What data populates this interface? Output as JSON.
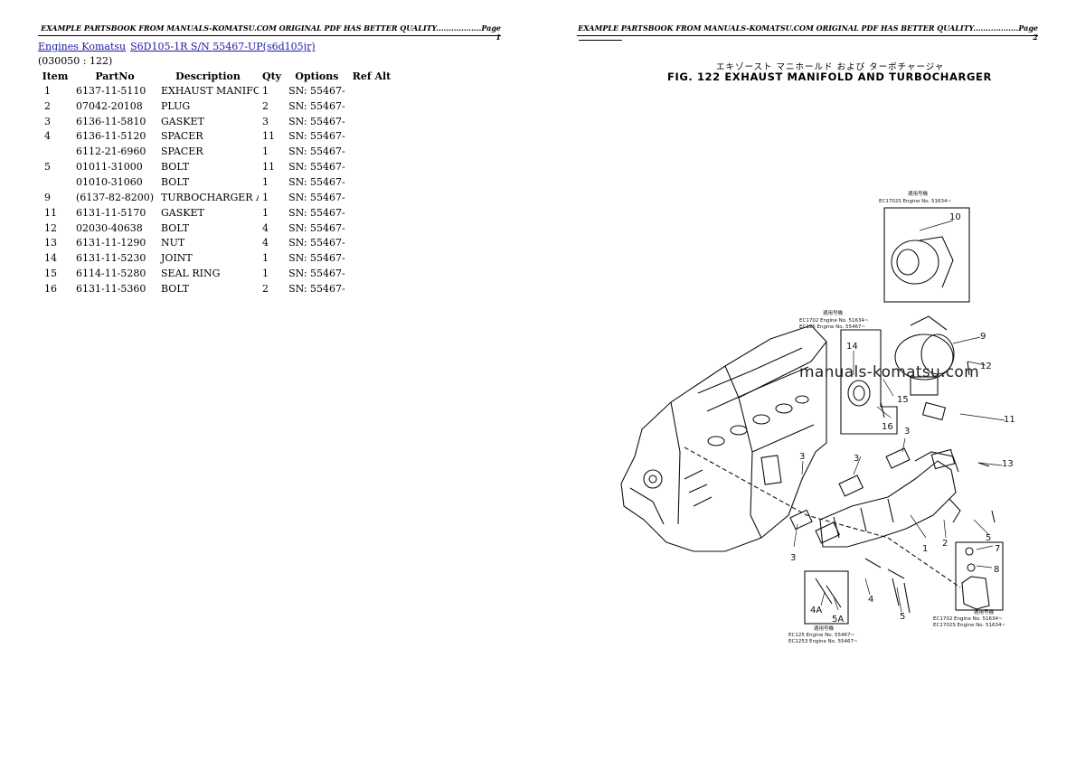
{
  "header": {
    "page1": "EXAMPLE PARTSBOOK FROM MANUALS-KOMATSU.COM ORIGINAL PDF HAS BETTER QUALITY..................Page 1",
    "page2": "EXAMPLE PARTSBOOK FROM MANUALS-KOMATSU.COM ORIGINAL PDF HAS BETTER QUALITY..................Page 2"
  },
  "breadcrumb": {
    "link1": "Engines Komatsu",
    "link2": "S6D105-1R S/N 55467-UP(s6d105jr)"
  },
  "section_code": "(030050 : 122)",
  "table": {
    "headers": [
      "Item",
      "PartNo",
      "Description",
      "Qty",
      "Options",
      "Ref Alt"
    ],
    "rows": [
      {
        "item": "1",
        "part": "6137-11-5110",
        "desc": "EXHAUST MANIFOLD",
        "qty": "1",
        "opt": "SN: 55467-",
        "ref": ""
      },
      {
        "item": "2",
        "part": "07042-20108",
        "desc": "PLUG",
        "qty": "2",
        "opt": "SN: 55467-",
        "ref": ""
      },
      {
        "item": "3",
        "part": "6136-11-5810",
        "desc": "GASKET",
        "qty": "3",
        "opt": "SN: 55467-",
        "ref": ""
      },
      {
        "item": "4",
        "part": "6136-11-5120",
        "desc": "SPACER",
        "qty": "11",
        "opt": "SN: 55467-",
        "ref": ""
      },
      {
        "item": "",
        "part": "6112-21-6960",
        "desc": "SPACER",
        "qty": "1",
        "opt": "SN: 55467-",
        "ref": ""
      },
      {
        "item": "5",
        "part": "01011-31000",
        "desc": "BOLT",
        "qty": "11",
        "opt": "SN: 55467-",
        "ref": ""
      },
      {
        "item": "",
        "part": "01010-31060",
        "desc": "BOLT",
        "qty": "1",
        "opt": "SN: 55467-",
        "ref": ""
      },
      {
        "item": "9",
        "part": "(6137-82-8200)",
        "desc": "TURBOCHARGER ASS'Y",
        "qty": "1",
        "opt": "SN: 55467-",
        "ref": ""
      },
      {
        "item": "11",
        "part": "6131-11-5170",
        "desc": "GASKET",
        "qty": "1",
        "opt": "SN: 55467-",
        "ref": ""
      },
      {
        "item": "12",
        "part": "02030-40638",
        "desc": "BOLT",
        "qty": "4",
        "opt": "SN: 55467-",
        "ref": ""
      },
      {
        "item": "13",
        "part": "6131-11-1290",
        "desc": "NUT",
        "qty": "4",
        "opt": "SN: 55467-",
        "ref": ""
      },
      {
        "item": "14",
        "part": "6131-11-5230",
        "desc": "JOINT",
        "qty": "1",
        "opt": "SN: 55467-",
        "ref": ""
      },
      {
        "item": "15",
        "part": "6114-11-5280",
        "desc": "SEAL RING",
        "qty": "1",
        "opt": "SN: 55467-",
        "ref": ""
      },
      {
        "item": "16",
        "part": "6131-11-5360",
        "desc": "BOLT",
        "qty": "2",
        "opt": "SN: 55467-",
        "ref": ""
      }
    ]
  },
  "figure": {
    "title_jp": "エキゾースト マニホールド および ターボチャージャ",
    "title": "FIG. 122  EXHAUST MANIFOLD AND TURBOCHARGER",
    "watermark": "manuals-komatsu.com",
    "callouts": [
      "10",
      "9",
      "12",
      "14",
      "15",
      "16",
      "11",
      "3",
      "3",
      "3",
      "13",
      "1",
      "2",
      "5",
      "7",
      "8",
      "3",
      "4",
      "5",
      "4A",
      "5A"
    ],
    "notes": [
      {
        "title": "適用号機",
        "lines": [
          "EC1702S  Engine No. 51634~"
        ]
      },
      {
        "title": "適用号機",
        "lines": [
          "EC1702  Engine No. 51634~",
          "EC125   Engine No. 55467~"
        ]
      },
      {
        "title": "適用号機",
        "lines": [
          "EC125   Engine No. 55467~",
          "EC1253  Engine No. 55467~"
        ]
      },
      {
        "title": "適用号機",
        "lines": [
          "EC1702  Engine No. 51634~",
          "EC1702S Engine No. 51634~"
        ]
      }
    ]
  }
}
